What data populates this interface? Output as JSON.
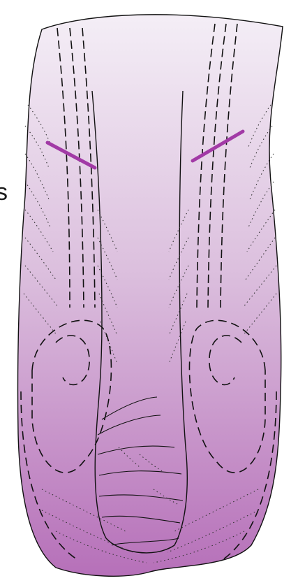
{
  "figure": {
    "edge_letter": "s",
    "colors": {
      "tissue_top": "#f4eef6",
      "tissue_bottom": "#b670b9",
      "outline": "#111111",
      "incision": "#a23aa6"
    },
    "incision_marks": [
      {
        "name": "left-incision-mark"
      },
      {
        "name": "right-incision-mark"
      }
    ]
  }
}
